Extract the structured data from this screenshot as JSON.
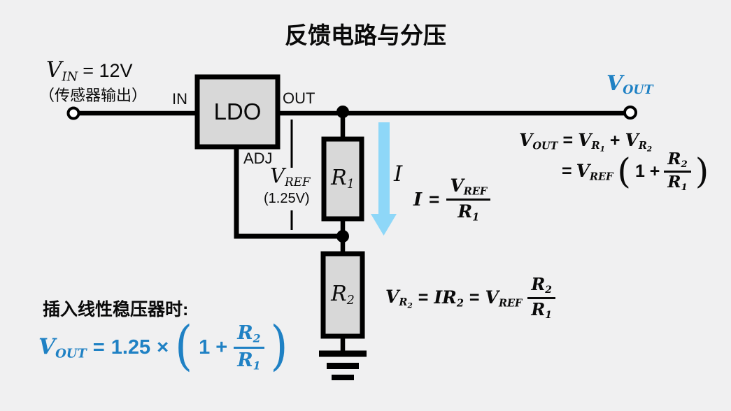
{
  "title": "反馈电路与分压",
  "colors": {
    "background": "#f0f0f1",
    "component_fill": "#d8d8d8",
    "wire": "#000000",
    "accent_blue": "#1f81c4",
    "current_arrow_blue": "#8ed7f8"
  },
  "sym": {
    "V": "V",
    "I": "I",
    "R": "R",
    "IN": "IN",
    "OUT": "OUT",
    "REF": "REF",
    "n1": "1",
    "n2": "2",
    "eq": "=",
    "plus": "+",
    "times": "×",
    "one_plus": "1 +",
    "lparen": "(",
    "rparen": ")"
  },
  "vin": {
    "value": "= 12V",
    "note": "（传感器输出）"
  },
  "ldo": {
    "label": "LDO",
    "pin_in": "IN",
    "pin_out": "OUT",
    "pin_adj": "ADJ"
  },
  "vref": {
    "value": "(1.25V)"
  },
  "insert_note": "插入线性稳压器时:",
  "blue_formula": {
    "coef": "1.25"
  }
}
